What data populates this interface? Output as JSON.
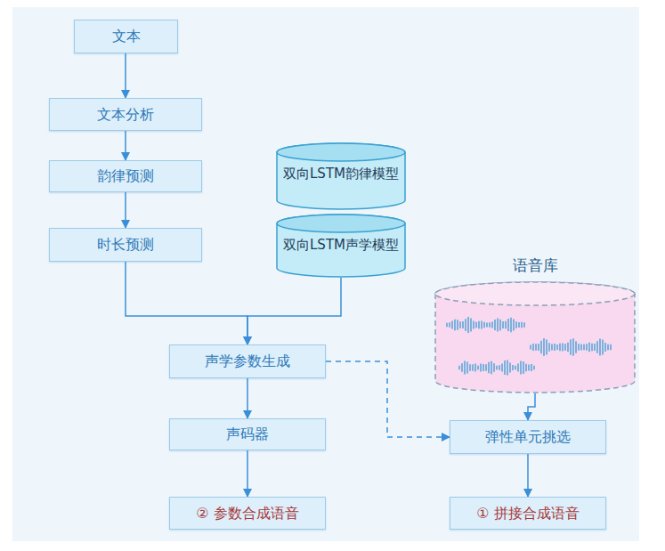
{
  "diagram": {
    "nodes": [
      {
        "text": [
          "文本"
        ]
      },
      {
        "text": [
          "文本分析"
        ]
      },
      {
        "text": [
          "韵律预测"
        ]
      },
      {
        "text": [
          "时长预测"
        ]
      },
      {
        "text": [
          "双向LSTM韵律模型"
        ]
      },
      {
        "text": [
          "双向LSTM声学模型"
        ]
      },
      {
        "text": [
          "语音库"
        ]
      },
      {
        "text": [
          "声学参数生成"
        ]
      },
      {
        "text": [
          "声码器"
        ]
      },
      {
        "text": [
          "弹性单元挑选"
        ]
      },
      {
        "text": [
          "② 参数合成语音"
        ]
      },
      {
        "text": [
          "① 拼接合成语音"
        ]
      }
    ],
    "edges": [
      {
        "from": 0,
        "to": 1,
        "arrow": "to"
      },
      {
        "from": 1,
        "to": 2,
        "arrow": "to"
      },
      {
        "from": 2,
        "to": 3,
        "arrow": "to"
      },
      {
        "from": 3,
        "to": 7,
        "arrow": "to"
      },
      {
        "from": 5,
        "to": 7,
        "arrow": "to"
      },
      {
        "from": 7,
        "to": 8,
        "arrow": "to"
      },
      {
        "from": 7,
        "to": 9,
        "arrow": "to"
      },
      {
        "from": 8,
        "to": 10,
        "arrow": "to"
      },
      {
        "from": 6,
        "to": 9,
        "arrow": "to"
      },
      {
        "from": 9,
        "to": 11,
        "arrow": "to"
      }
    ]
  }
}
